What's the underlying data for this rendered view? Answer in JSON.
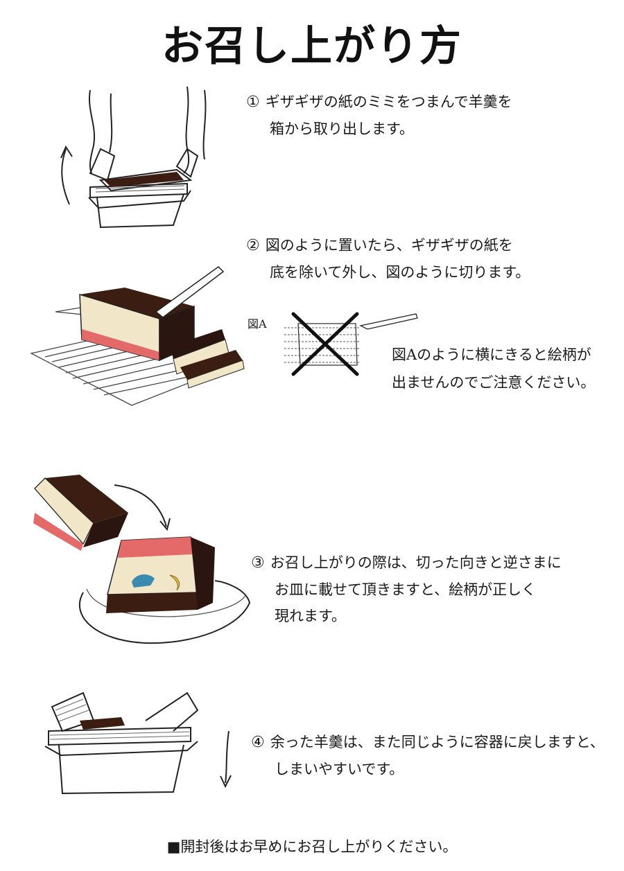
{
  "title": "お召し上がり方",
  "steps": [
    {
      "number": "①",
      "lines": [
        "ギザギザの紙のミミをつまんで羊羹を",
        "箱から取り出します。"
      ]
    },
    {
      "number": "②",
      "lines": [
        "図のように置いたら、ギザギザの紙を",
        "底を除いて外し、図のように切ります。"
      ]
    },
    {
      "number": "③",
      "lines": [
        "お召し上がりの際は、切った向きと逆さまに",
        "お皿に載せて頂きますと、絵柄が正しく",
        "現れます。"
      ]
    },
    {
      "number": "④",
      "lines": [
        "余った羊羹は、また同じように容器に戻しますと、",
        "しまいやすいです。"
      ]
    }
  ],
  "figure_a": {
    "label": "図A",
    "note_lines": [
      "図Aのように横にきると絵柄が",
      "出ませんのでご注意ください。"
    ]
  },
  "footer": "■開封後はお早めにお召し上がりください。",
  "colors": {
    "chocolate": "#3b1d12",
    "cream": "#f2e6c8",
    "pink": "#e46a6a",
    "ink": "#1a1a1a"
  }
}
